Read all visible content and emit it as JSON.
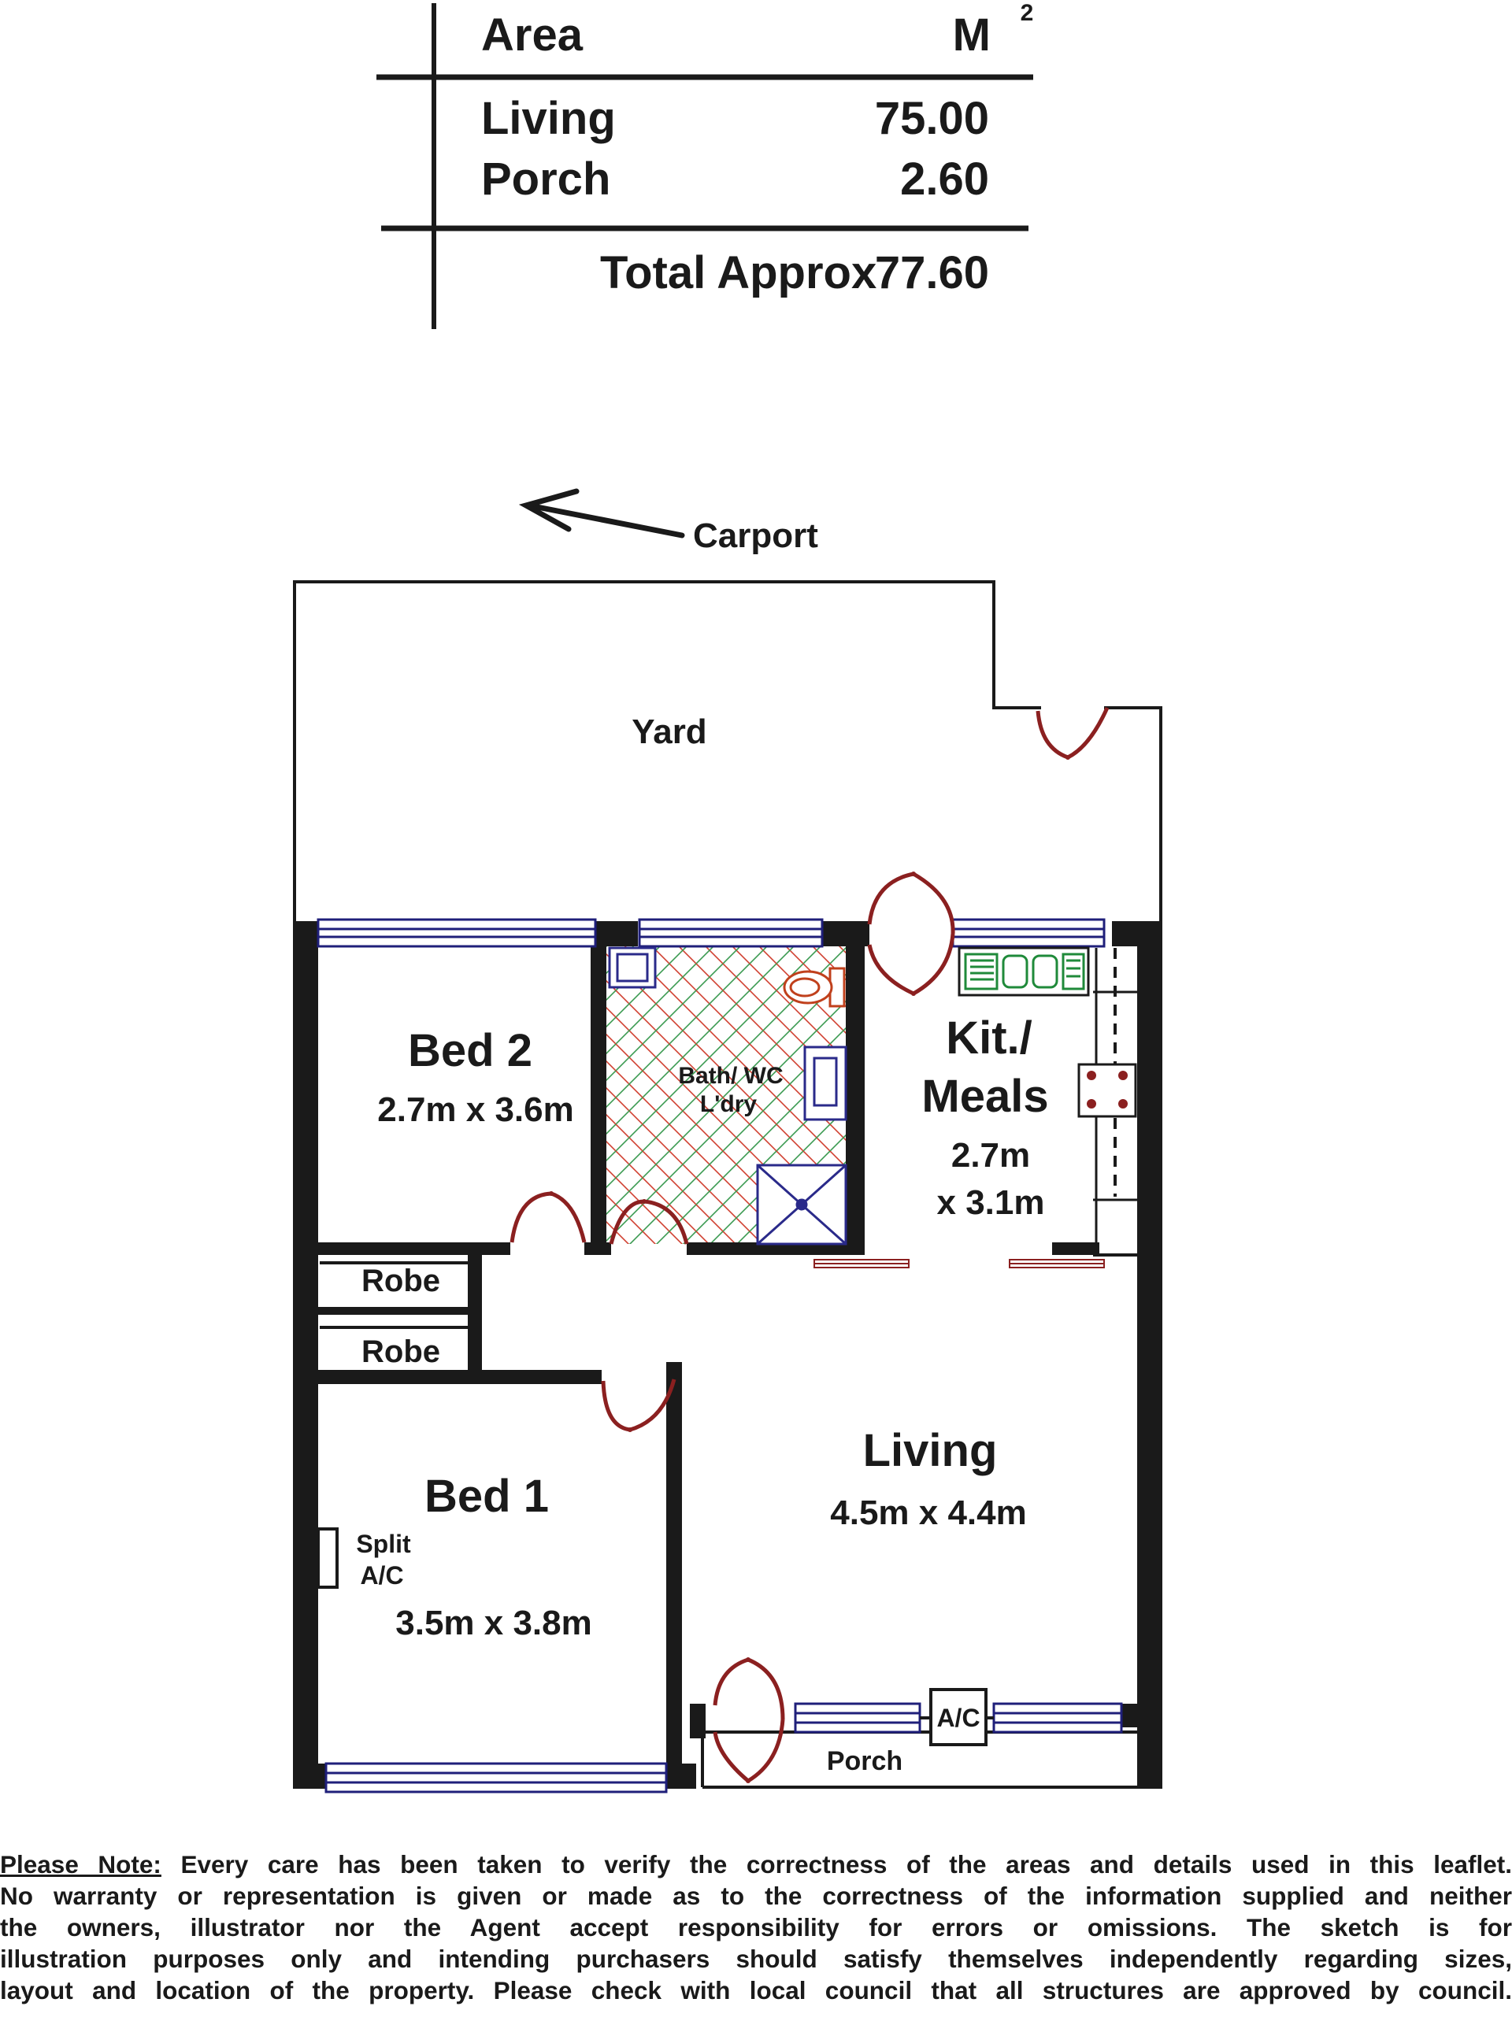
{
  "area_table": {
    "header_label": "Area",
    "header_unit": "M",
    "header_unit_sup": "2",
    "rows": [
      {
        "label": "Living",
        "value": "75.00"
      },
      {
        "label": "Porch",
        "value": "2.60"
      }
    ],
    "total_label": "Total Approx",
    "total_value": "77.60"
  },
  "plan": {
    "carport": "Carport",
    "yard": "Yard",
    "bed2_name": "Bed 2",
    "bed2_size": "2.7m x 3.6m",
    "bath_line1": "Bath/ WC",
    "bath_line2": "L'dry",
    "kit_line1": "Kit./",
    "kit_line2": "Meals",
    "kit_size1": "2.7m",
    "kit_size2": "x 3.1m",
    "robe_top": "Robe",
    "robe_bottom": "Robe",
    "bed1_name": "Bed 1",
    "bed1_size": "3.5m x 3.8m",
    "split_line1": "Split",
    "split_line2": "A/C",
    "living_name": "Living",
    "living_size": "4.5m x 4.4m",
    "ac_unit": "A/C",
    "porch": "Porch"
  },
  "disclaimer": {
    "lead": "Please Note:",
    "line1": " Every care has  been  taken to verify  the correctness of the areas and   details used in  this leaflet.",
    "line2": "No warranty  or representation  is given or made as to the correctness of the information supplied  and neither",
    "line3": "the  owners,  illustrator  nor  the  Agent   accept   responsibility  for  errors  or  omissions.  The  sketch  is   for",
    "line4": "illustration purposes only and intending purchasers should satisfy themselves independently  regarding sizes,",
    "line5": "layout and location of the property.  Please check with local council that all structures are approved by council."
  },
  "colors": {
    "wall": "#1a1a1a",
    "door": "#8b2020",
    "window": "#1f1f7a",
    "tile_red": "#d04030",
    "tile_green": "#3a9a50",
    "sink": "#1f8a3a",
    "fixture": "#2a2a8a",
    "toilet": "#c0401c"
  }
}
